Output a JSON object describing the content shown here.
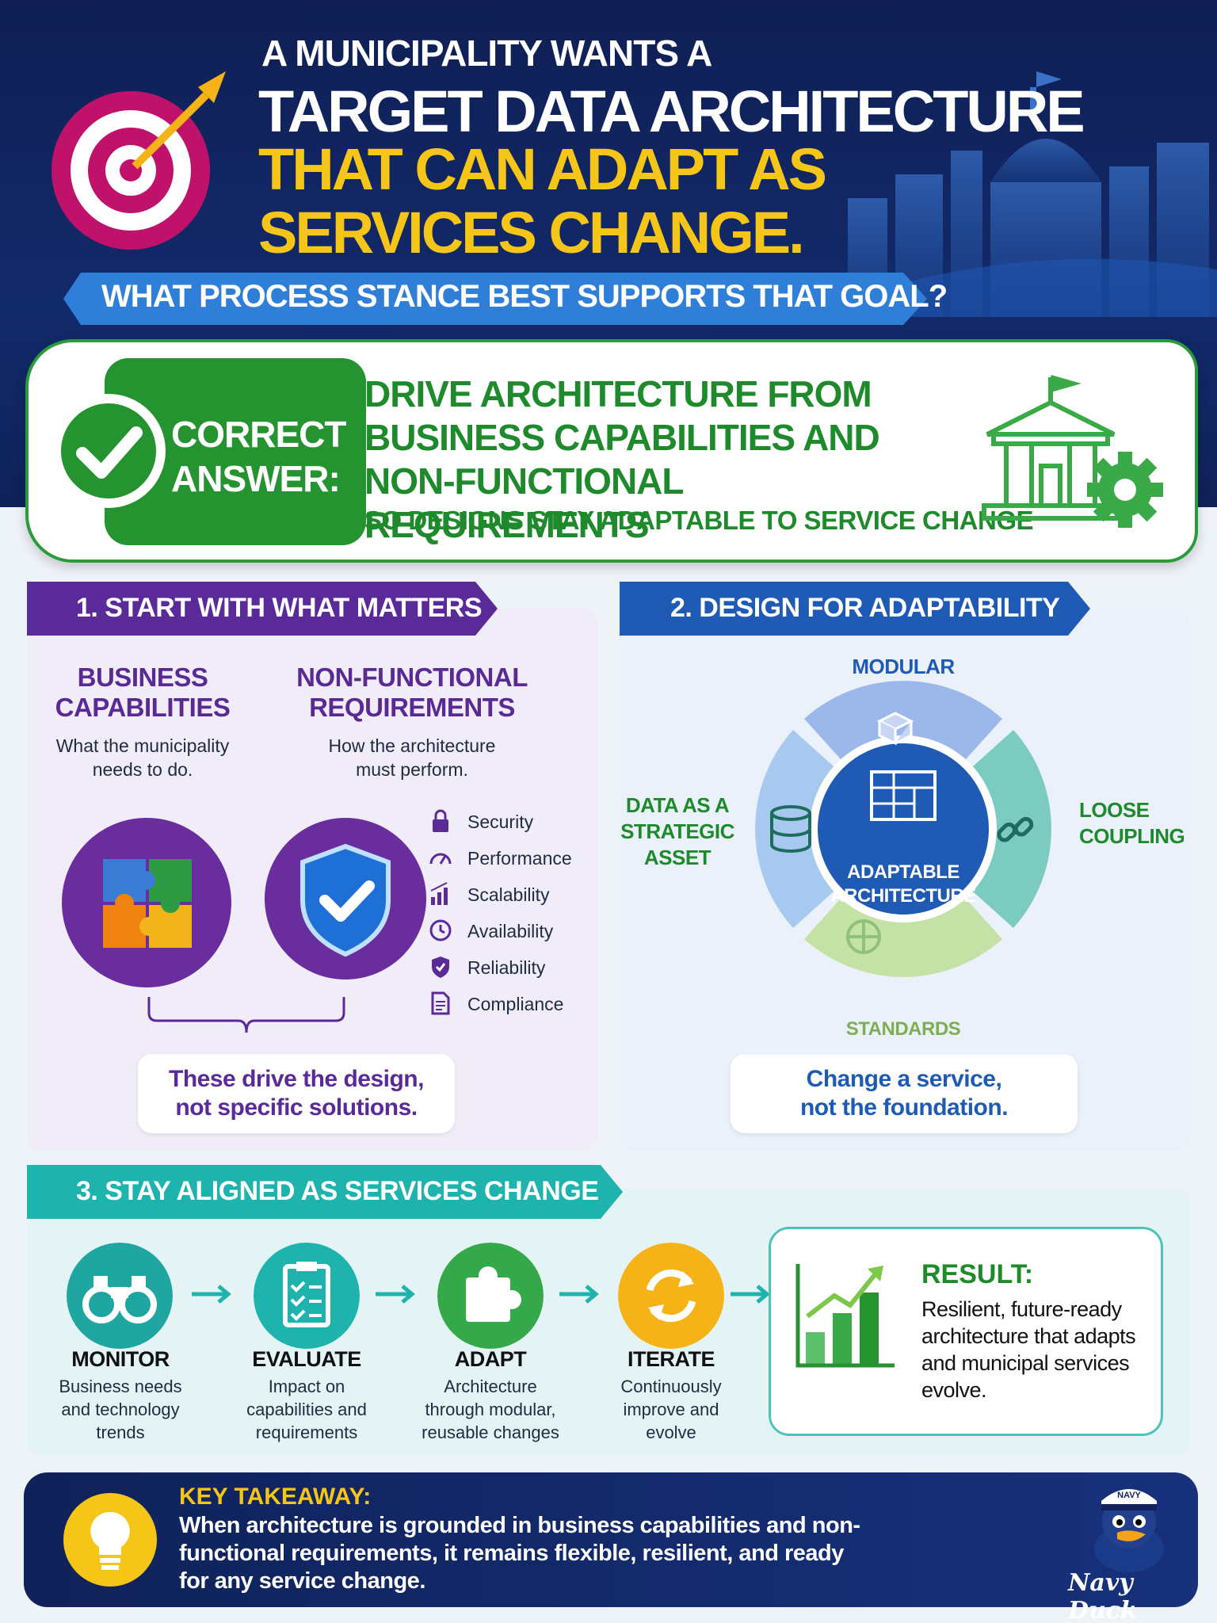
{
  "header": {
    "line1": "A MUNICIPALITY WANTS A",
    "line2": "TARGET DATA ARCHITECTURE",
    "line3": "THAT CAN ADAPT AS SERVICES CHANGE.",
    "question": "WHAT PROCESS STANCE BEST SUPPORTS THAT GOAL?"
  },
  "answer": {
    "label_line1": "CORRECT",
    "label_line2": "ANSWER:",
    "main": "DRIVE ARCHITECTURE FROM BUSINESS CAPABILITIES AND NON-FUNCTIONAL REQUIREMENTS",
    "sub": "SO DESIGNS STAY ADAPTABLE TO SERVICE CHANGE"
  },
  "section1": {
    "title": "1. START WITH WHAT MATTERS",
    "cap_title_1": "BUSINESS",
    "cap_title_2": "CAPABILITIES",
    "cap_desc_1": "What the municipality",
    "cap_desc_2": "needs to do.",
    "nfr_title_1": "NON-FUNCTIONAL",
    "nfr_title_2": "REQUIREMENTS",
    "nfr_desc_1": "How the architecture",
    "nfr_desc_2": "must perform.",
    "nfr_items": [
      "Security",
      "Performance",
      "Scalability",
      "Availability",
      "Reliability",
      "Compliance"
    ],
    "callout_1": "These drive the design,",
    "callout_2": "not specific solutions."
  },
  "section2": {
    "title": "2. DESIGN FOR ADAPTABILITY",
    "top": "MODULAR",
    "left_1": "DATA AS A",
    "left_2": "STRATEGIC",
    "left_3": "ASSET",
    "right_1": "LOOSE",
    "right_2": "COUPLING",
    "bottom": "STANDARDS",
    "center_1": "ADAPTABLE",
    "center_2": "ARCHITECTURE",
    "callout_1": "Change a service,",
    "callout_2": "not the foundation."
  },
  "section3": {
    "title": "3. STAY ALIGNED AS SERVICES CHANGE",
    "steps": [
      {
        "title": "MONITOR",
        "d1": "Business needs",
        "d2": "and technology",
        "d3": "trends"
      },
      {
        "title": "EVALUATE",
        "d1": "Impact on",
        "d2": "capabilities and",
        "d3": "requirements"
      },
      {
        "title": "ADAPT",
        "d1": "Architecture",
        "d2": "through modular,",
        "d3": "reusable changes"
      },
      {
        "title": "ITERATE",
        "d1": "Continuously",
        "d2": "improve and",
        "d3": "evolve"
      }
    ],
    "result_title": "RESULT:",
    "result_text": "Resilient, future-ready architecture that adapts and municipal services evolve."
  },
  "footer": {
    "title": "KEY TAKEAWAY:",
    "text": "When architecture is grounded in business capabilities and non-functional requirements, it remains flexible, resilient, and ready for any service change.",
    "brand": "Navy Duck",
    "badge": "NAVY"
  },
  "colors": {
    "navy": "#0f2259",
    "gold": "#f5c518",
    "green": "#25932f",
    "purple": "#5a2a94",
    "blue": "#1f5bb5",
    "teal": "#1fb3ae"
  }
}
